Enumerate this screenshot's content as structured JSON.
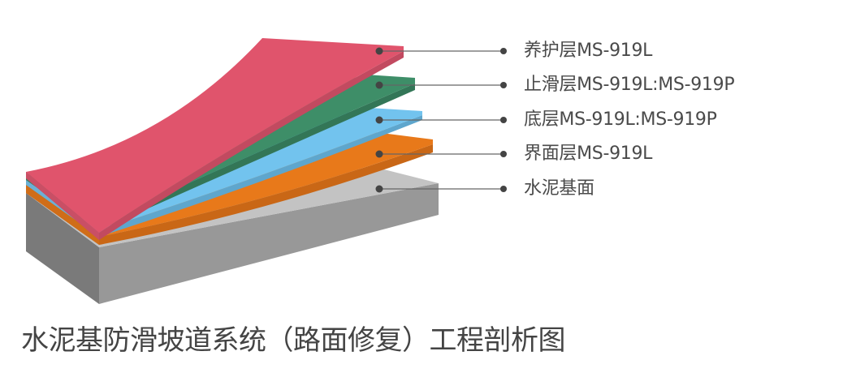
{
  "diagram": {
    "title": "水泥基防滑坡道系统（路面修复）工程剖析图",
    "layers": [
      {
        "id": "protective",
        "label": "养护层MS-919L",
        "color": "#e0546c",
        "edge_color": "#c24a60"
      },
      {
        "id": "antiskid",
        "label": "止滑层MS-919L:MS-919P",
        "color": "#3e8e68",
        "edge_color": "#337657"
      },
      {
        "id": "primer",
        "label": "底层MS-919L:MS-919P",
        "color": "#72c3ee",
        "edge_color": "#5ea6cd"
      },
      {
        "id": "interface",
        "label": "界面层MS-919L",
        "color": "#e8791a",
        "edge_color": "#c96716"
      },
      {
        "id": "substrate",
        "label": "水泥基面",
        "color": "#c2c2c2",
        "edge_color": "#979797"
      }
    ],
    "leader_color": "#555555",
    "dot_color": "#444444"
  }
}
